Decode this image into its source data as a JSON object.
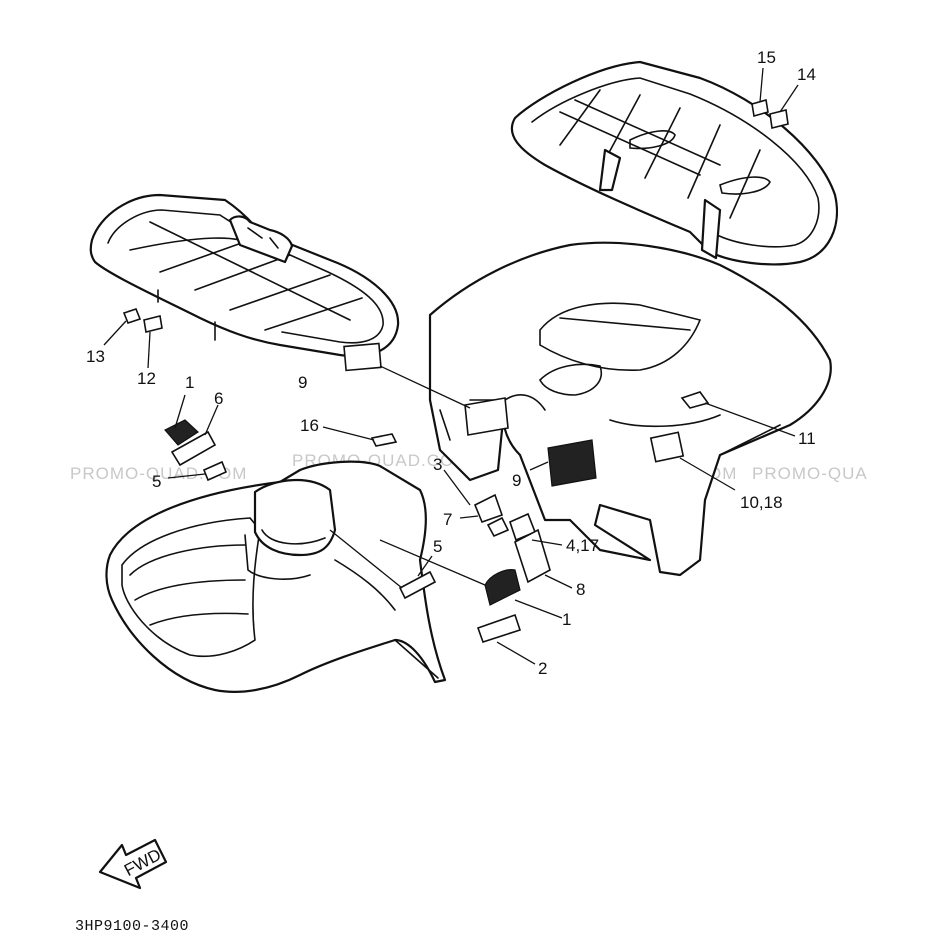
{
  "watermark": "PROMO-QUAD.COM",
  "watermark_partial": "PROMO-QUA",
  "drawing_code": "3HP9100-3400",
  "fwd_label": "FWD",
  "callouts": {
    "c1_left": "1",
    "c1_right": "1",
    "c2": "2",
    "c3": "3",
    "c4_17": "4,17",
    "c5_left": "5",
    "c5_mid": "5",
    "c6": "6",
    "c7": "7",
    "c8": "8",
    "c9_left": "9",
    "c9_mid": "9",
    "c10_18": "10,18",
    "c11": "11",
    "c12": "12",
    "c13": "13",
    "c14": "14",
    "c15": "15",
    "c16": "16"
  }
}
